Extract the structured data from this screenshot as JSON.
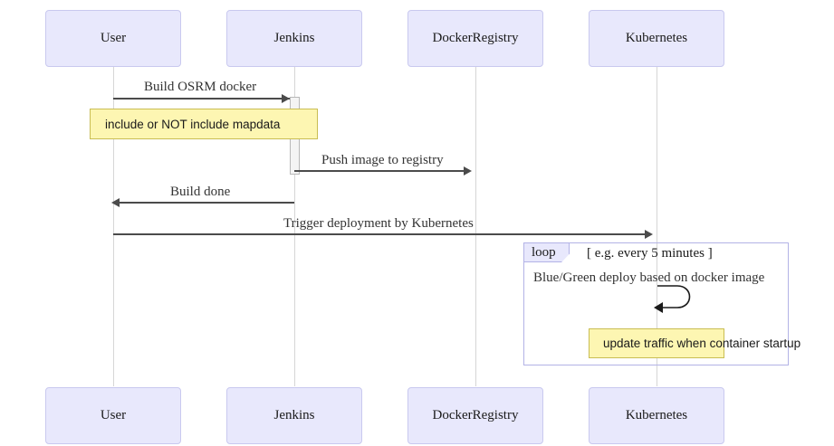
{
  "diagram": {
    "type": "sequence-diagram",
    "title": "",
    "colors": {
      "participant_fill": "#e8e8fc",
      "participant_border": "#c9c9ef",
      "lifeline": "#d6d6d6",
      "message": "#4b4b4b",
      "note_fill": "#fdf6b2",
      "note_border": "#c9bd53",
      "fragment_border": "#b3b3e6",
      "fragment_tab_fill": "#e8e8fc"
    }
  },
  "participants": [
    {
      "id": "user",
      "label": "User"
    },
    {
      "id": "jenkins",
      "label": "Jenkins"
    },
    {
      "id": "dockerregistry",
      "label": "DockerRegistry"
    },
    {
      "id": "kubernetes",
      "label": "Kubernetes"
    }
  ],
  "participants_footer": [
    {
      "id": "user",
      "label": "User"
    },
    {
      "id": "jenkins",
      "label": "Jenkins"
    },
    {
      "id": "dockerregistry",
      "label": "DockerRegistry"
    },
    {
      "id": "kubernetes",
      "label": "Kubernetes"
    }
  ],
  "messages": [
    {
      "id": "m1",
      "label": "Build OSRM docker",
      "from": "user",
      "to": "jenkins",
      "direction": "right"
    },
    {
      "id": "m2",
      "label": "Push image to registry",
      "from": "jenkins",
      "to": "dockerregistry",
      "direction": "right"
    },
    {
      "id": "m3",
      "label": "Build done",
      "from": "jenkins",
      "to": "user",
      "direction": "left"
    },
    {
      "id": "m4",
      "label": "Trigger deployment by Kubernetes",
      "from": "user",
      "to": "kubernetes",
      "direction": "right"
    },
    {
      "id": "m5",
      "label": "Blue/Green deploy based on docker image",
      "from": "kubernetes",
      "to": "kubernetes",
      "direction": "self"
    }
  ],
  "notes": [
    {
      "id": "n1",
      "label": "include or NOT include mapdata",
      "over": "user-jenkins"
    },
    {
      "id": "n2",
      "label": "update traffic when container startup",
      "over": "kubernetes"
    }
  ],
  "fragments": [
    {
      "id": "f1",
      "kind": "loop",
      "condition": "[ e.g. every 5 minutes ]"
    }
  ]
}
